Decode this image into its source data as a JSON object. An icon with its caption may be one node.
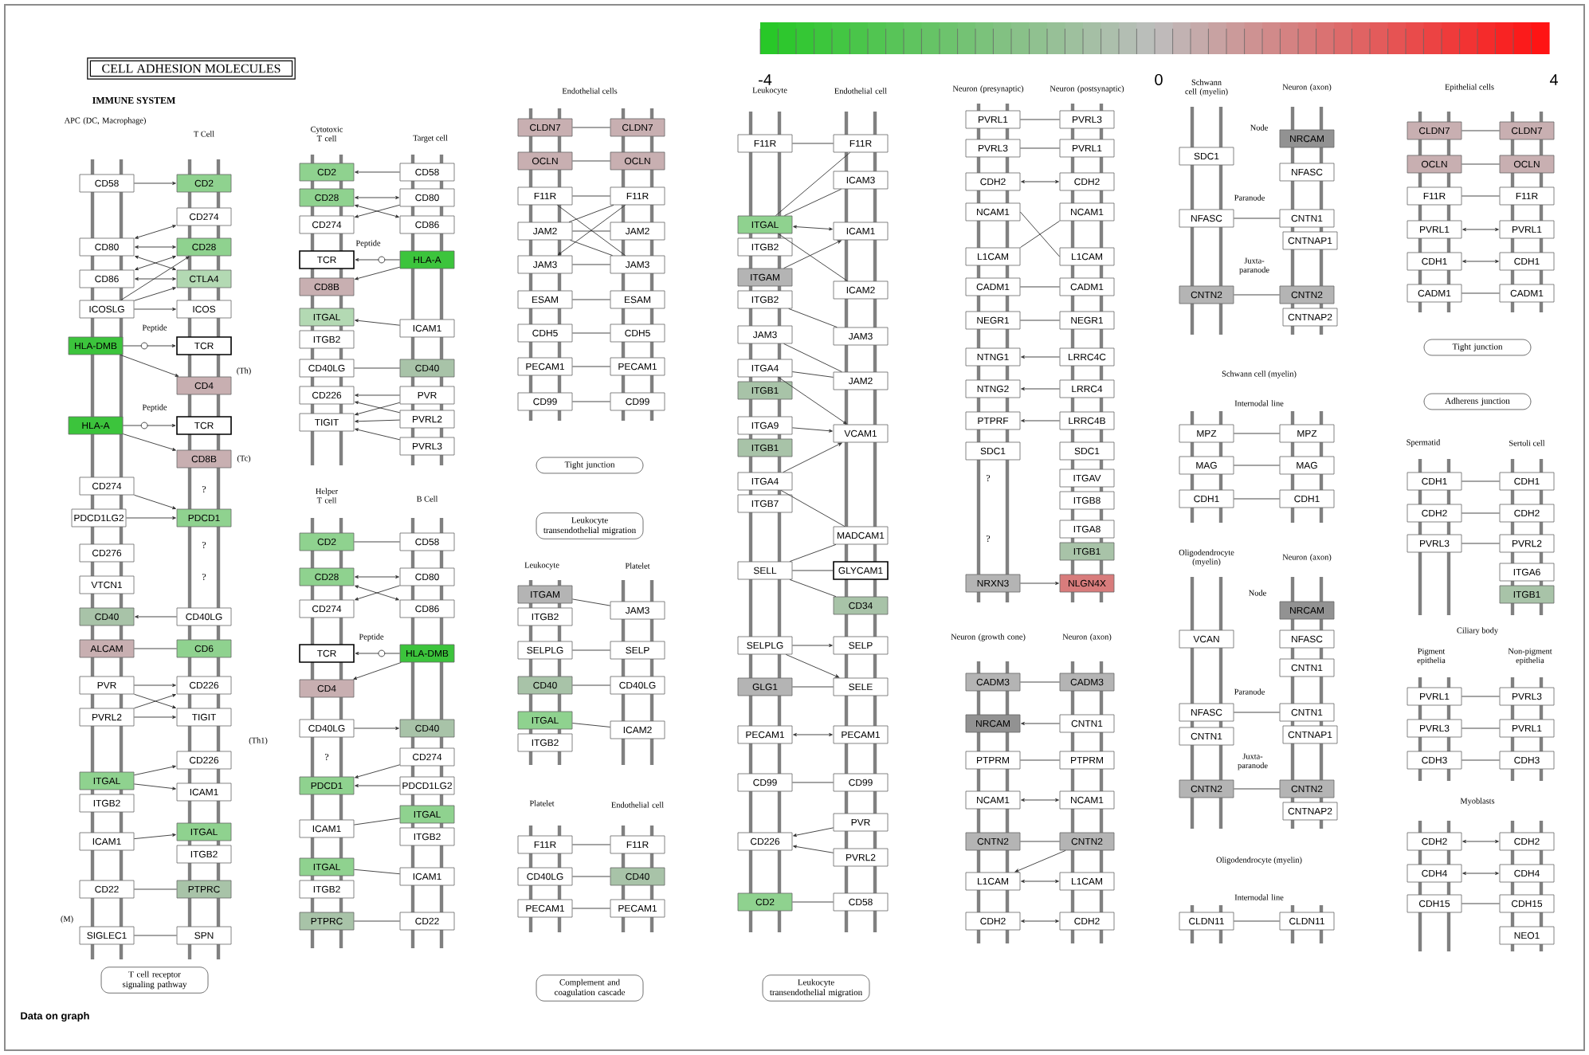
{
  "diagram": {
    "title": "CELL ADHESION MOLECULES",
    "nodes": [
      {
        "text": [
          "CD58"
        ]
      },
      {
        "text": [
          "CD2"
        ]
      },
      {
        "text": [
          "CD274"
        ]
      },
      {
        "text": [
          "CD80"
        ]
      },
      {
        "text": [
          "CD28"
        ]
      },
      {
        "text": [
          "CD86"
        ]
      },
      {
        "text": [
          "CTLA4"
        ]
      },
      {
        "text": [
          "ICOSLG"
        ]
      },
      {
        "text": [
          "ICOS"
        ]
      },
      {
        "text": [
          "HLA-DMB"
        ]
      },
      {
        "text": [
          "TCR"
        ]
      },
      {
        "text": [
          "CD4"
        ]
      },
      {
        "text": [
          "HLA-A"
        ]
      },
      {
        "text": [
          "TCR"
        ]
      },
      {
        "text": [
          "CD8B"
        ]
      },
      {
        "text": [
          "CD274"
        ]
      },
      {
        "text": [
          "PDCD1LG2"
        ]
      },
      {
        "text": [
          "PDCD1"
        ]
      },
      {
        "text": [
          "CD276"
        ]
      },
      {
        "text": [
          "VTCN1"
        ]
      },
      {
        "text": [
          "CD40"
        ]
      },
      {
        "text": [
          "CD40LG"
        ]
      },
      {
        "text": [
          "ALCAM"
        ]
      },
      {
        "text": [
          "CD6"
        ]
      },
      {
        "text": [
          "PVR"
        ]
      },
      {
        "text": [
          "CD226"
        ]
      },
      {
        "text": [
          "PVRL2"
        ]
      },
      {
        "text": [
          "TIGIT"
        ]
      },
      {
        "text": [
          "CD226"
        ]
      },
      {
        "text": [
          "ITGAL"
        ]
      },
      {
        "text": [
          "ITGB2"
        ]
      },
      {
        "text": [
          "ICAM1"
        ]
      },
      {
        "text": [
          "ITGAL"
        ]
      },
      {
        "text": [
          "ITGB2"
        ]
      },
      {
        "text": [
          "ICAM1"
        ]
      },
      {
        "text": [
          "CD22"
        ]
      },
      {
        "text": [
          "PTPRC"
        ]
      },
      {
        "text": [
          "SIGLEC1"
        ]
      },
      {
        "text": [
          "SPN"
        ]
      },
      {
        "text": [
          "T cell receptor signaling pathway"
        ]
      },
      {
        "text": [
          "CD2"
        ]
      },
      {
        "text": [
          "CD58"
        ]
      },
      {
        "text": [
          "CD28"
        ]
      },
      {
        "text": [
          "CD80"
        ]
      },
      {
        "text": [
          "CD274"
        ]
      },
      {
        "text": [
          "CD86"
        ]
      },
      {
        "text": [
          "TCR"
        ]
      },
      {
        "text": [
          "HLA-A"
        ]
      },
      {
        "text": [
          "CD8B"
        ]
      },
      {
        "text": [
          "ITGAL"
        ]
      },
      {
        "text": [
          "ITGB2"
        ]
      },
      {
        "text": [
          "ICAM1"
        ]
      },
      {
        "text": [
          "CD40LG"
        ]
      },
      {
        "text": [
          "CD40"
        ]
      },
      {
        "text": [
          "CD226"
        ]
      },
      {
        "text": [
          "PVR"
        ]
      },
      {
        "text": [
          "TIGIT"
        ]
      },
      {
        "text": [
          "PVRL2"
        ]
      },
      {
        "text": [
          "PVRL3"
        ]
      },
      {
        "text": [
          "CD2"
        ]
      },
      {
        "text": [
          "CD58"
        ]
      },
      {
        "text": [
          "CD28"
        ]
      },
      {
        "text": [
          "CD80"
        ]
      },
      {
        "text": [
          "CD274"
        ]
      },
      {
        "text": [
          "CD86"
        ]
      },
      {
        "text": [
          "TCR"
        ]
      },
      {
        "text": [
          "HLA-DMB"
        ]
      },
      {
        "text": [
          "CD4"
        ]
      },
      {
        "text": [
          "CD40LG"
        ]
      },
      {
        "text": [
          "CD40"
        ]
      },
      {
        "text": [
          "CD274"
        ]
      },
      {
        "text": [
          "PDCD1"
        ]
      },
      {
        "text": [
          "PDCD1LG2"
        ]
      },
      {
        "text": [
          "ICAM1"
        ]
      },
      {
        "text": [
          "ITGAL"
        ]
      },
      {
        "text": [
          "ITGB2"
        ]
      },
      {
        "text": [
          "ITGAL"
        ]
      },
      {
        "text": [
          "ITGB2"
        ]
      },
      {
        "text": [
          "ICAM1"
        ]
      },
      {
        "text": [
          "PTPRC"
        ]
      },
      {
        "text": [
          "CD22"
        ]
      },
      {
        "text": [
          "CLDN7"
        ]
      },
      {
        "text": [
          "CLDN7"
        ]
      },
      {
        "text": [
          "OCLN"
        ]
      },
      {
        "text": [
          "OCLN"
        ]
      },
      {
        "text": [
          "F11R"
        ]
      },
      {
        "text": [
          "F11R"
        ]
      },
      {
        "text": [
          "JAM2"
        ]
      },
      {
        "text": [
          "JAM2"
        ]
      },
      {
        "text": [
          "JAM3"
        ]
      },
      {
        "text": [
          "JAM3"
        ]
      },
      {
        "text": [
          "ESAM"
        ]
      },
      {
        "text": [
          "ESAM"
        ]
      },
      {
        "text": [
          "CDH5"
        ]
      },
      {
        "text": [
          "CDH5"
        ]
      },
      {
        "text": [
          "PECAM1"
        ]
      },
      {
        "text": [
          "PECAM1"
        ]
      },
      {
        "text": [
          "CD99"
        ]
      },
      {
        "text": [
          "CD99"
        ]
      },
      {
        "text": [
          "Tight junction"
        ]
      },
      {
        "text": [
          "Leukocyte transendothelial migration"
        ]
      },
      {
        "text": [
          "ITGAM"
        ]
      },
      {
        "text": [
          "ITGB2"
        ]
      },
      {
        "text": [
          "JAM3"
        ]
      },
      {
        "text": [
          "SELPLG"
        ]
      },
      {
        "text": [
          "SELP"
        ]
      },
      {
        "text": [
          "CD40"
        ]
      },
      {
        "text": [
          "CD40LG"
        ]
      },
      {
        "text": [
          "ITGAL"
        ]
      },
      {
        "text": [
          "ITGB2"
        ]
      },
      {
        "text": [
          "ICAM2"
        ]
      },
      {
        "text": [
          "F11R"
        ]
      },
      {
        "text": [
          "F11R"
        ]
      },
      {
        "text": [
          "CD40LG"
        ]
      },
      {
        "text": [
          "CD40"
        ]
      },
      {
        "text": [
          "PECAM1"
        ]
      },
      {
        "text": [
          "PECAM1"
        ]
      },
      {
        "text": [
          "Complement and coagulation cascade"
        ]
      },
      {
        "text": [
          "F11R"
        ]
      },
      {
        "text": [
          "F11R"
        ]
      },
      {
        "text": [
          "ICAM3"
        ]
      },
      {
        "text": [
          "ITGAL"
        ]
      },
      {
        "text": [
          "ITGB2"
        ]
      },
      {
        "text": [
          "ICAM1"
        ]
      },
      {
        "text": [
          "ITGAM"
        ]
      },
      {
        "text": [
          "ITGB2"
        ]
      },
      {
        "text": [
          "ICAM2"
        ]
      },
      {
        "text": [
          "JAM3"
        ]
      },
      {
        "text": [
          "JAM3"
        ]
      },
      {
        "text": [
          "ITGA4"
        ]
      },
      {
        "text": [
          "ITGB1"
        ]
      },
      {
        "text": [
          "JAM2"
        ]
      },
      {
        "text": [
          "ITGA9"
        ]
      },
      {
        "text": [
          "ITGB1"
        ]
      },
      {
        "text": [
          "VCAM1"
        ]
      },
      {
        "text": [
          "ITGA4"
        ]
      },
      {
        "text": [
          "ITGB7"
        ]
      },
      {
        "text": [
          "MADCAM1"
        ]
      },
      {
        "text": [
          "SELL"
        ]
      },
      {
        "text": [
          "GLYCAM1"
        ]
      },
      {
        "text": [
          "CD34"
        ]
      },
      {
        "text": [
          "SELPLG"
        ]
      },
      {
        "text": [
          "SELP"
        ]
      },
      {
        "text": [
          "GLG1"
        ]
      },
      {
        "text": [
          "SELE"
        ]
      },
      {
        "text": [
          "PECAM1"
        ]
      },
      {
        "text": [
          "PECAM1"
        ]
      },
      {
        "text": [
          "CD99"
        ]
      },
      {
        "text": [
          "CD99"
        ]
      },
      {
        "text": [
          "PVR"
        ]
      },
      {
        "text": [
          "CD226"
        ]
      },
      {
        "text": [
          "PVRL2"
        ]
      },
      {
        "text": [
          "CD2"
        ]
      },
      {
        "text": [
          "CD58"
        ]
      },
      {
        "text": [
          "Leukocyte transendothelial migration"
        ]
      },
      {
        "text": [
          "PVRL1"
        ]
      },
      {
        "text": [
          "PVRL3"
        ]
      },
      {
        "text": [
          "PVRL3"
        ]
      },
      {
        "text": [
          "PVRL1"
        ]
      },
      {
        "text": [
          "CDH2"
        ]
      },
      {
        "text": [
          "CDH2"
        ]
      },
      {
        "text": [
          "NCAM1"
        ]
      },
      {
        "text": [
          "NCAM1"
        ]
      },
      {
        "text": [
          "L1CAM"
        ]
      },
      {
        "text": [
          "L1CAM"
        ]
      },
      {
        "text": [
          "CADM1"
        ]
      },
      {
        "text": [
          "CADM1"
        ]
      },
      {
        "text": [
          "NEGR1"
        ]
      },
      {
        "text": [
          "NEGR1"
        ]
      },
      {
        "text": [
          "NTNG1"
        ]
      },
      {
        "text": [
          "LRRC4C"
        ]
      },
      {
        "text": [
          "NTNG2"
        ]
      },
      {
        "text": [
          "LRRC4"
        ]
      },
      {
        "text": [
          "PTPRF"
        ]
      },
      {
        "text": [
          "LRRC4B"
        ]
      },
      {
        "text": [
          "SDC1"
        ]
      },
      {
        "text": [
          "SDC1"
        ]
      },
      {
        "text": [
          "ITGAV"
        ]
      },
      {
        "text": [
          "ITGB8"
        ]
      },
      {
        "text": [
          "ITGA8"
        ]
      },
      {
        "text": [
          "ITGB1"
        ]
      },
      {
        "text": [
          "NRXN3"
        ]
      },
      {
        "text": [
          "NLGN4X"
        ]
      },
      {
        "text": [
          "CADM3"
        ]
      },
      {
        "text": [
          "CADM3"
        ]
      },
      {
        "text": [
          "NRCAM"
        ]
      },
      {
        "text": [
          "CNTN1"
        ]
      },
      {
        "text": [
          "PTPRM"
        ]
      },
      {
        "text": [
          "PTPRM"
        ]
      },
      {
        "text": [
          "NCAM1"
        ]
      },
      {
        "text": [
          "NCAM1"
        ]
      },
      {
        "text": [
          "CNTN2"
        ]
      },
      {
        "text": [
          "CNTN2"
        ]
      },
      {
        "text": [
          "L1CAM"
        ]
      },
      {
        "text": [
          "L1CAM"
        ]
      },
      {
        "text": [
          "CDH2"
        ]
      },
      {
        "text": [
          "CDH2"
        ]
      },
      {
        "text": [
          "NRCAM"
        ]
      },
      {
        "text": [
          "SDC1"
        ]
      },
      {
        "text": [
          "NFASC"
        ]
      },
      {
        "text": [
          "NFASC"
        ]
      },
      {
        "text": [
          "CNTN1"
        ]
      },
      {
        "text": [
          "CNTNAP1"
        ]
      },
      {
        "text": [
          "CNTN2"
        ]
      },
      {
        "text": [
          "CNTN2"
        ]
      },
      {
        "text": [
          "CNTNAP2"
        ]
      },
      {
        "text": [
          "MPZ"
        ]
      },
      {
        "text": [
          "MPZ"
        ]
      },
      {
        "text": [
          "MAG"
        ]
      },
      {
        "text": [
          "MAG"
        ]
      },
      {
        "text": [
          "CDH1"
        ]
      },
      {
        "text": [
          "CDH1"
        ]
      },
      {
        "text": [
          "NRCAM"
        ]
      },
      {
        "text": [
          "VCAN"
        ]
      },
      {
        "text": [
          "NFASC"
        ]
      },
      {
        "text": [
          "CNTN1"
        ]
      },
      {
        "text": [
          "NFASC"
        ]
      },
      {
        "text": [
          "CNTN1"
        ]
      },
      {
        "text": [
          "CNTN1"
        ]
      },
      {
        "text": [
          "CNTNAP1"
        ]
      },
      {
        "text": [
          "CNTN2"
        ]
      },
      {
        "text": [
          "CNTN2"
        ]
      },
      {
        "text": [
          "CNTNAP2"
        ]
      },
      {
        "text": [
          "CLDN11"
        ]
      },
      {
        "text": [
          "CLDN11"
        ]
      },
      {
        "text": [
          "CLDN7"
        ]
      },
      {
        "text": [
          "CLDN7"
        ]
      },
      {
        "text": [
          "OCLN"
        ]
      },
      {
        "text": [
          "OCLN"
        ]
      },
      {
        "text": [
          "F11R"
        ]
      },
      {
        "text": [
          "F11R"
        ]
      },
      {
        "text": [
          "PVRL1"
        ]
      },
      {
        "text": [
          "PVRL1"
        ]
      },
      {
        "text": [
          "CDH1"
        ]
      },
      {
        "text": [
          "CDH1"
        ]
      },
      {
        "text": [
          "CADM1"
        ]
      },
      {
        "text": [
          "CADM1"
        ]
      },
      {
        "text": [
          "Tight junction"
        ]
      },
      {
        "text": [
          "Adherens junction"
        ]
      },
      {
        "text": [
          "CDH1"
        ]
      },
      {
        "text": [
          "CDH1"
        ]
      },
      {
        "text": [
          "CDH2"
        ]
      },
      {
        "text": [
          "CDH2"
        ]
      },
      {
        "text": [
          "PVRL3"
        ]
      },
      {
        "text": [
          "PVRL2"
        ]
      },
      {
        "text": [
          "ITGA6"
        ]
      },
      {
        "text": [
          "ITGB1"
        ]
      },
      {
        "text": [
          "PVRL1"
        ]
      },
      {
        "text": [
          "PVRL3"
        ]
      },
      {
        "text": [
          "PVRL3"
        ]
      },
      {
        "text": [
          "PVRL1"
        ]
      },
      {
        "text": [
          "CDH3"
        ]
      },
      {
        "text": [
          "CDH3"
        ]
      },
      {
        "text": [
          "CDH2"
        ]
      },
      {
        "text": [
          "CDH2"
        ]
      },
      {
        "text": [
          "CDH4"
        ]
      },
      {
        "text": [
          "CDH4"
        ]
      },
      {
        "text": [
          "CDH15"
        ]
      },
      {
        "text": [
          "CDH15"
        ]
      },
      {
        "text": [
          "NEO1"
        ]
      }
    ],
    "edges": [
      {
        "from": 0,
        "to": 1,
        "arrow": "to"
      },
      {
        "from": 3,
        "to": 2,
        "arrow": "both"
      },
      {
        "from": 3,
        "to": 4,
        "arrow": "both"
      },
      {
        "from": 3,
        "to": 6,
        "arrow": "both"
      },
      {
        "from": 5,
        "to": 4,
        "arrow": "both"
      },
      {
        "from": 5,
        "to": 6,
        "arrow": "both"
      },
      {
        "from": 7,
        "to": 4,
        "arrow": "to"
      },
      {
        "from": 7,
        "to": 6,
        "arrow": "to"
      },
      {
        "from": 7,
        "to": 8,
        "arrow": "to"
      },
      {
        "from": 9,
        "to": 10,
        "arrow": "to"
      },
      {
        "from": 9,
        "to": 11,
        "arrow": "to"
      },
      {
        "from": 12,
        "to": 13,
        "arrow": "to"
      },
      {
        "from": 12,
        "to": 14,
        "arrow": "to"
      },
      {
        "from": 15,
        "to": 17,
        "arrow": "to"
      },
      {
        "from": 16,
        "to": 17,
        "arrow": "to"
      },
      {
        "from": 21,
        "to": 20,
        "arrow": "to"
      },
      {
        "from": 22,
        "to": 23,
        "arrow": "none"
      },
      {
        "from": 24,
        "to": 25,
        "arrow": "to"
      },
      {
        "from": 24,
        "to": 27,
        "arrow": "to"
      },
      {
        "from": 26,
        "to": 25,
        "arrow": "to"
      },
      {
        "from": 26,
        "to": 27,
        "arrow": "to"
      },
      {
        "from": 29,
        "to": 28,
        "arrow": "to"
      },
      {
        "from": 29,
        "to": 31,
        "arrow": "to"
      },
      {
        "from": 34,
        "to": 32,
        "arrow": "to"
      },
      {
        "from": 35,
        "to": 36,
        "arrow": "none"
      },
      {
        "from": 37,
        "to": 38,
        "arrow": "none"
      },
      {
        "from": 41,
        "to": 40,
        "arrow": "to"
      },
      {
        "from": 43,
        "to": 42,
        "arrow": "both"
      },
      {
        "from": 45,
        "to": 42,
        "arrow": "both"
      },
      {
        "from": 43,
        "to": 44,
        "arrow": "to"
      },
      {
        "from": 47,
        "to": 46,
        "arrow": "to"
      },
      {
        "from": 47,
        "to": 48,
        "arrow": "to"
      },
      {
        "from": 51,
        "to": 49,
        "arrow": "to"
      },
      {
        "from": 52,
        "to": 53,
        "arrow": "none"
      },
      {
        "from": 55,
        "to": 54,
        "arrow": "to"
      },
      {
        "from": 55,
        "to": 56,
        "arrow": "to"
      },
      {
        "from": 57,
        "to": 54,
        "arrow": "to"
      },
      {
        "from": 57,
        "to": 56,
        "arrow": "to"
      },
      {
        "from": 58,
        "to": 56,
        "arrow": "to"
      },
      {
        "from": 59,
        "to": 60,
        "arrow": "none"
      },
      {
        "from": 62,
        "to": 61,
        "arrow": "both"
      },
      {
        "from": 64,
        "to": 61,
        "arrow": "both"
      },
      {
        "from": 62,
        "to": 63,
        "arrow": "to"
      },
      {
        "from": 66,
        "to": 65,
        "arrow": "to"
      },
      {
        "from": 66,
        "to": 67,
        "arrow": "to"
      },
      {
        "from": 68,
        "to": 69,
        "arrow": "to"
      },
      {
        "from": 70,
        "to": 71,
        "arrow": "to"
      },
      {
        "from": 72,
        "to": 71,
        "arrow": "to"
      },
      {
        "from": 73,
        "to": 74,
        "arrow": "none"
      },
      {
        "from": 76,
        "to": 78,
        "arrow": "none"
      },
      {
        "from": 79,
        "to": 80,
        "arrow": "none"
      },
      {
        "from": 81,
        "to": 82,
        "arrow": "none"
      },
      {
        "from": 83,
        "to": 84,
        "arrow": "none"
      },
      {
        "from": 85,
        "to": 86,
        "arrow": "none"
      },
      {
        "from": 85,
        "to": 90,
        "arrow": "none"
      },
      {
        "from": 87,
        "to": 86,
        "arrow": "none"
      },
      {
        "from": 87,
        "to": 88,
        "arrow": "none"
      },
      {
        "from": 87,
        "to": 90,
        "arrow": "none"
      },
      {
        "from": 86,
        "to": 89,
        "arrow": "to"
      },
      {
        "from": 89,
        "to": 90,
        "arrow": "none"
      },
      {
        "from": 91,
        "to": 92,
        "arrow": "none"
      },
      {
        "from": 93,
        "to": 94,
        "arrow": "none"
      },
      {
        "from": 95,
        "to": 96,
        "arrow": "none"
      },
      {
        "from": 97,
        "to": 98,
        "arrow": "none"
      },
      {
        "from": 101,
        "to": 103,
        "arrow": "none"
      },
      {
        "from": 104,
        "to": 105,
        "arrow": "none"
      },
      {
        "from": 106,
        "to": 107,
        "arrow": "none"
      },
      {
        "from": 108,
        "to": 110,
        "arrow": "none"
      },
      {
        "from": 111,
        "to": 112,
        "arrow": "none"
      },
      {
        "from": 113,
        "to": 114,
        "arrow": "none"
      },
      {
        "from": 115,
        "to": 116,
        "arrow": "none"
      },
      {
        "from": 118,
        "to": 119,
        "arrow": "none"
      },
      {
        "from": 121,
        "to": 119,
        "arrow": "none"
      },
      {
        "from": 121,
        "to": 120,
        "arrow": "none"
      },
      {
        "from": 121,
        "to": 123,
        "arrow": "both"
      },
      {
        "from": 121,
        "to": 126,
        "arrow": "none"
      },
      {
        "from": 124,
        "to": 123,
        "arrow": "to"
      },
      {
        "from": 125,
        "to": 128,
        "arrow": "none"
      },
      {
        "from": 127,
        "to": 131,
        "arrow": "none"
      },
      {
        "from": 129,
        "to": 131,
        "arrow": "none"
      },
      {
        "from": 129,
        "to": 134,
        "arrow": "to"
      },
      {
        "from": 132,
        "to": 134,
        "arrow": "to"
      },
      {
        "from": 135,
        "to": 134,
        "arrow": "to"
      },
      {
        "from": 135,
        "to": 137,
        "arrow": "none"
      },
      {
        "from": 138,
        "to": 137,
        "arrow": "none"
      },
      {
        "from": 138,
        "to": 139,
        "arrow": "none"
      },
      {
        "from": 138,
        "to": 140,
        "arrow": "none"
      },
      {
        "from": 141,
        "to": 142,
        "arrow": "to"
      },
      {
        "from": 141,
        "to": 144,
        "arrow": "to"
      },
      {
        "from": 143,
        "to": 144,
        "arrow": "none"
      },
      {
        "from": 145,
        "to": 146,
        "arrow": "both"
      },
      {
        "from": 147,
        "to": 148,
        "arrow": "none"
      },
      {
        "from": 149,
        "to": 150,
        "arrow": "to"
      },
      {
        "from": 151,
        "to": 150,
        "arrow": "to"
      },
      {
        "from": 152,
        "to": 153,
        "arrow": "none"
      },
      {
        "from": 155,
        "to": 156,
        "arrow": "none"
      },
      {
        "from": 157,
        "to": 158,
        "arrow": "none"
      },
      {
        "from": 159,
        "to": 160,
        "arrow": "both"
      },
      {
        "from": 161,
        "to": 164,
        "arrow": "none"
      },
      {
        "from": 163,
        "to": 162,
        "arrow": "none"
      },
      {
        "from": 165,
        "to": 166,
        "arrow": "none"
      },
      {
        "from": 167,
        "to": 168,
        "arrow": "none"
      },
      {
        "from": 170,
        "to": 169,
        "arrow": "to"
      },
      {
        "from": 172,
        "to": 171,
        "arrow": "to"
      },
      {
        "from": 174,
        "to": 173,
        "arrow": "to"
      },
      {
        "from": 181,
        "to": 182,
        "arrow": "to"
      },
      {
        "from": 183,
        "to": 184,
        "arrow": "none"
      },
      {
        "from": 186,
        "to": 185,
        "arrow": "to"
      },
      {
        "from": 187,
        "to": 188,
        "arrow": "none"
      },
      {
        "from": 189,
        "to": 190,
        "arrow": "both"
      },
      {
        "from": 191,
        "to": 192,
        "arrow": "none"
      },
      {
        "from": 192,
        "to": 193,
        "arrow": "to"
      },
      {
        "from": 193,
        "to": 194,
        "arrow": "both"
      },
      {
        "from": 195,
        "to": 196,
        "arrow": "both"
      },
      {
        "from": 200,
        "to": 201,
        "arrow": "none"
      },
      {
        "from": 203,
        "to": 204,
        "arrow": "none"
      },
      {
        "from": 206,
        "to": 207,
        "arrow": "none"
      },
      {
        "from": 208,
        "to": 209,
        "arrow": "none"
      },
      {
        "from": 210,
        "to": 211,
        "arrow": "none"
      },
      {
        "from": 216,
        "to": 217,
        "arrow": "none"
      },
      {
        "from": 220,
        "to": 221,
        "arrow": "none"
      },
      {
        "from": 223,
        "to": 224,
        "arrow": "none"
      },
      {
        "from": 225,
        "to": 226,
        "arrow": "none"
      },
      {
        "from": 227,
        "to": 228,
        "arrow": "none"
      },
      {
        "from": 229,
        "to": 230,
        "arrow": "none"
      },
      {
        "from": 231,
        "to": 232,
        "arrow": "both"
      },
      {
        "from": 233,
        "to": 234,
        "arrow": "both"
      },
      {
        "from": 235,
        "to": 236,
        "arrow": "none"
      },
      {
        "from": 239,
        "to": 240,
        "arrow": "none"
      },
      {
        "from": 241,
        "to": 242,
        "arrow": "none"
      },
      {
        "from": 243,
        "to": 244,
        "arrow": "none"
      },
      {
        "from": 247,
        "to": 248,
        "arrow": "none"
      },
      {
        "from": 249,
        "to": 250,
        "arrow": "none"
      },
      {
        "from": 251,
        "to": 252,
        "arrow": "none"
      },
      {
        "from": 253,
        "to": 254,
        "arrow": "both"
      },
      {
        "from": 255,
        "to": 256,
        "arrow": "both"
      },
      {
        "from": 257,
        "to": 258,
        "arrow": "none"
      }
    ],
    "labels": [
      "IMMUNE SYSTEM",
      "APC (DC, Macrophage)",
      "T Cell",
      "Peptide",
      "(Th)",
      "Peptide",
      "(Tc)",
      "?",
      "?",
      "?",
      "(Th1)",
      "(M)",
      "Cytotoxic T cell",
      "Target cell",
      "Peptide",
      "Helper T cell",
      "B Cell",
      "Peptide",
      "?",
      "Endothelial cells",
      "Leukocyte",
      "Platelet",
      "Platelet",
      "Endothelial cell",
      "Leukocyte",
      "Endothelial cell",
      "Neuron (presynaptic)",
      "Neuron (postsynaptic)",
      "?",
      "?",
      "Neuron (growth cone)",
      "Neuron (axon)",
      "Schwann cell (myelin)",
      "Neuron (axon)",
      "Node",
      "Paranode",
      "Juxta-paranode",
      "Schwann cell (myelin)",
      "Internodal line",
      "Oligodendrocyte (myelin)",
      "Neuron (axon)",
      "Node",
      "Paranode",
      "Juxta-paranode",
      "Oligodendrocyte (myelin)",
      "Internodal line",
      "Epithelial cells",
      "Spermatid",
      "Sertoli cell",
      "Ciliary body",
      "Pigment epithelia",
      "Non-pigment epithelia",
      "Myoblasts",
      "-4",
      "0",
      "4",
      "Data on graph"
    ]
  }
}
